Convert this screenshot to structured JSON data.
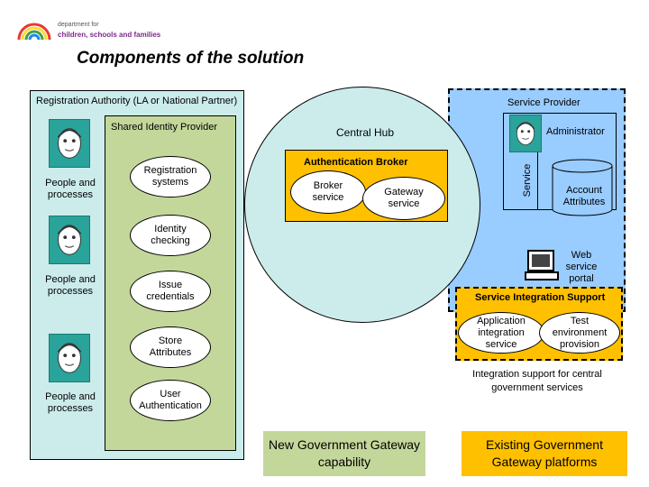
{
  "header": {
    "logo_line1": "department for",
    "logo_line2": "children, schools and families"
  },
  "title": "Components of the solution",
  "registration_authority": {
    "label": "Registration Authority (LA or National Partner)",
    "shared_idp_label": "Shared Identity Provider",
    "people_processes": [
      "People and processes",
      "People and processes",
      "People and processes"
    ],
    "functions": [
      "Registration systems",
      "Identity checking",
      "Issue credentials",
      "Store Attributes",
      "User Authentication"
    ]
  },
  "central_hub": {
    "label": "Central Hub",
    "auth_broker_label": "Authentication Broker",
    "broker_service": "Broker service",
    "gateway_service": "Gateway service"
  },
  "service_provider": {
    "label": "Service Provider",
    "service_label": "Service",
    "administrator": "Administrator",
    "account_attributes": "Account Attributes",
    "web_service_portal": "Web service portal"
  },
  "integration_support": {
    "title": "Service Integration Support",
    "application_integration": "Application integration service",
    "test_environment": "Test environment provision",
    "central_gov_text": "Integration support for central government services"
  },
  "legend": {
    "new_capability": "New Government Gateway capability",
    "existing_platforms": "Existing Government Gateway platforms"
  },
  "colors": {
    "new_capability": "#c4d79b",
    "existing_platforms": "#ffc000",
    "service_provider": "#99ccff",
    "central_hub": "#ccecec",
    "registration_authority": "#ccecec",
    "face": "#2aa39a"
  }
}
